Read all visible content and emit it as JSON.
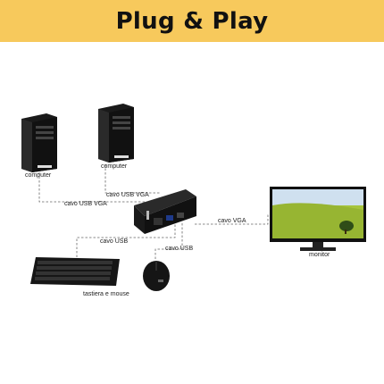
{
  "banner": {
    "title": "Plug & Play",
    "background": "#f7c95c"
  },
  "devices": {
    "computer_left_label": "computer",
    "computer_right_label": "computer",
    "monitor_label": "monitor",
    "peripherals_label": "tastiera e mouse"
  },
  "cables": {
    "top_cable_label": "cavo USB VGA",
    "left_cable_label": "cavo USB VGA",
    "monitor_cable_label": "cavo VGA",
    "keyboard_cable_label": "cavo USB",
    "mouse_cable_label": "cavo USB"
  },
  "icons": [
    "computer-tower-icon",
    "kvm-switch-icon",
    "monitor-icon",
    "keyboard-icon",
    "mouse-icon"
  ]
}
